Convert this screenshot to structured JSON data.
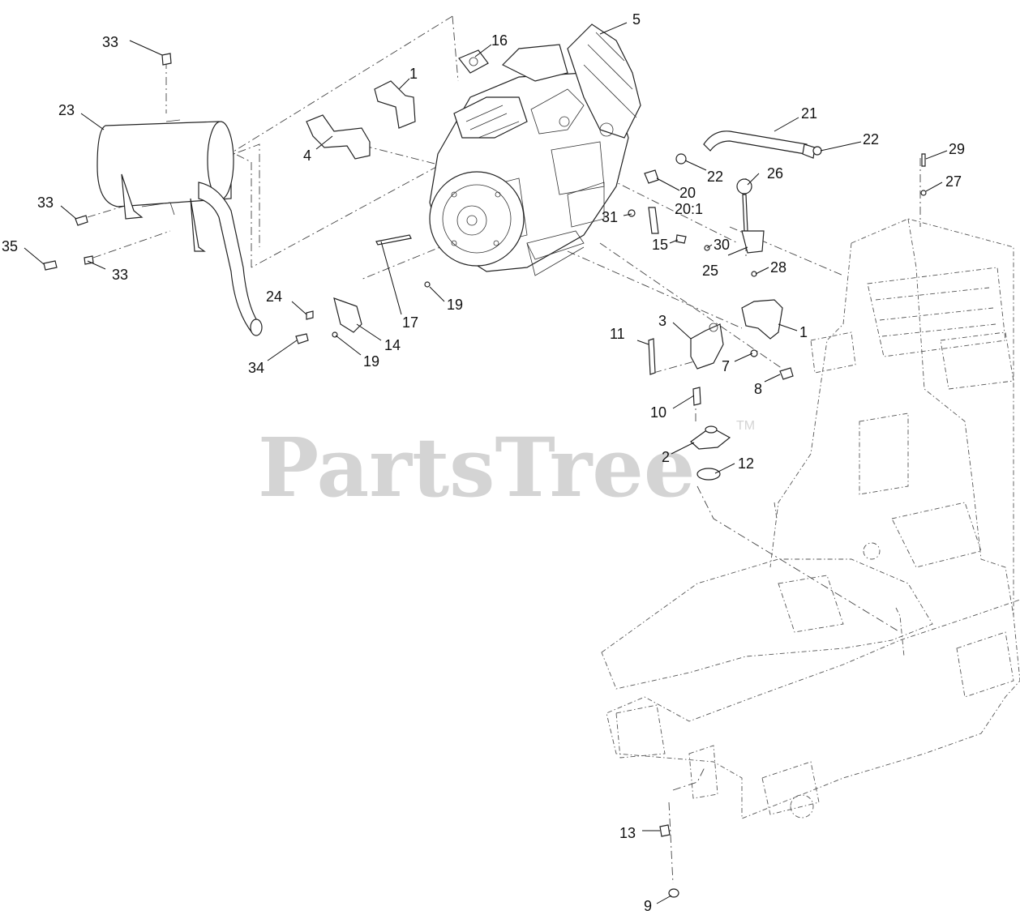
{
  "watermark": {
    "text": "PartsTree",
    "tm": "TM"
  },
  "callouts": {
    "c1a": "1",
    "c1b": "1",
    "c2": "2",
    "c3": "3",
    "c4": "4",
    "c5": "5",
    "c7": "7",
    "c8": "8",
    "c9": "9",
    "c10": "10",
    "c11": "11",
    "c12": "12",
    "c13": "13",
    "c14": "14",
    "c15": "15",
    "c16": "16",
    "c17": "17",
    "c19a": "19",
    "c19b": "19",
    "c20": "20",
    "c20b": "20:1",
    "c21": "21",
    "c22a": "22",
    "c22b": "22",
    "c23": "23",
    "c24": "24",
    "c25": "25",
    "c26": "26",
    "c27": "27",
    "c28": "28",
    "c29": "29",
    "c30": "30",
    "c31": "31",
    "c33a": "33",
    "c33b": "33",
    "c33c": "33",
    "c34": "34",
    "c35": "35"
  }
}
